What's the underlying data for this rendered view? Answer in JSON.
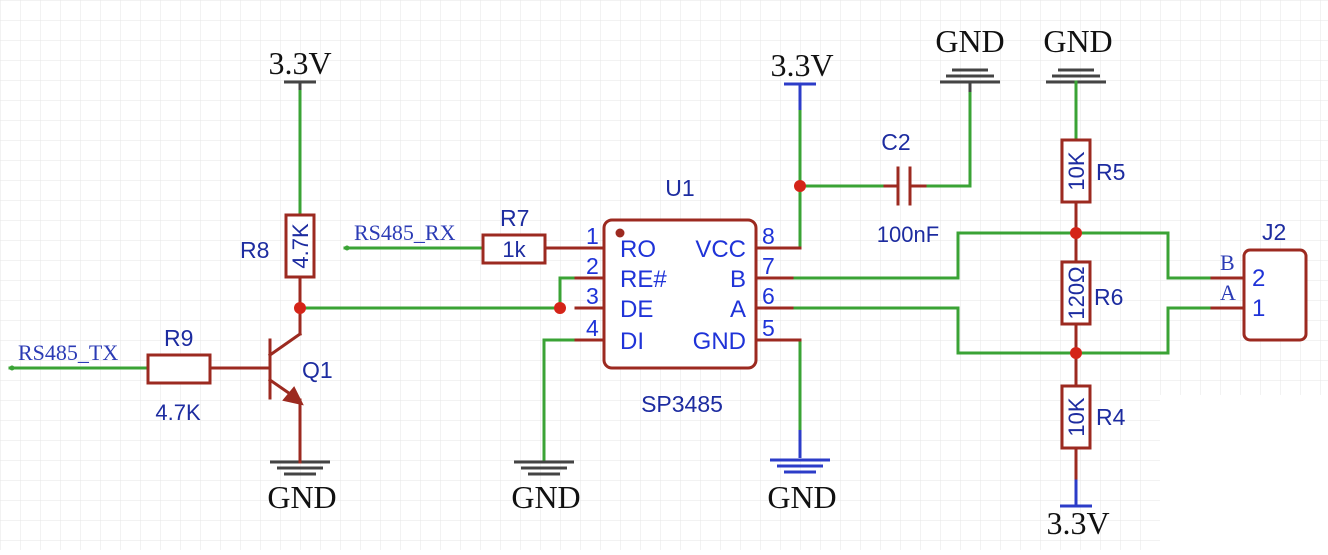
{
  "power": {
    "v_r8": "3.3V",
    "v_u1": "3.3V",
    "v_r4": "3.3V",
    "gnd_c2": "GND",
    "gnd_r5": "GND",
    "gnd_q1": "GND",
    "gnd_di": "GND",
    "gnd_u1": "GND"
  },
  "nets": {
    "rx": "RS485_RX",
    "tx": "RS485_TX"
  },
  "components": {
    "r7": {
      "ref": "R7",
      "value": "1k"
    },
    "r8": {
      "ref": "R8",
      "value": "4.7K"
    },
    "r9": {
      "ref": "R9",
      "value": "4.7K"
    },
    "q1": {
      "ref": "Q1"
    },
    "c2": {
      "ref": "C2",
      "value": "100nF"
    },
    "r5": {
      "ref": "R5",
      "value": "10K"
    },
    "r6": {
      "ref": "R6",
      "value": "120Ω"
    },
    "r4": {
      "ref": "R4",
      "value": "10K"
    },
    "j2": {
      "ref": "J2",
      "pins": [
        "2",
        "1"
      ],
      "labels": [
        "B",
        "A"
      ]
    },
    "u1": {
      "ref": "U1",
      "part": "SP3485",
      "left_pins": [
        {
          "num": "1",
          "name": "RO"
        },
        {
          "num": "2",
          "name": "RE#"
        },
        {
          "num": "3",
          "name": "DE"
        },
        {
          "num": "4",
          "name": "DI"
        }
      ],
      "right_pins": [
        {
          "num": "8",
          "name": "VCC"
        },
        {
          "num": "7",
          "name": "B"
        },
        {
          "num": "6",
          "name": "A"
        },
        {
          "num": "5",
          "name": "GND"
        }
      ]
    }
  },
  "colors": {
    "wire": "#3aa335",
    "component": "#9c2a20",
    "junction": "#d42418",
    "power_rail": "#2c3cc8",
    "label": "#1d2ca0"
  }
}
